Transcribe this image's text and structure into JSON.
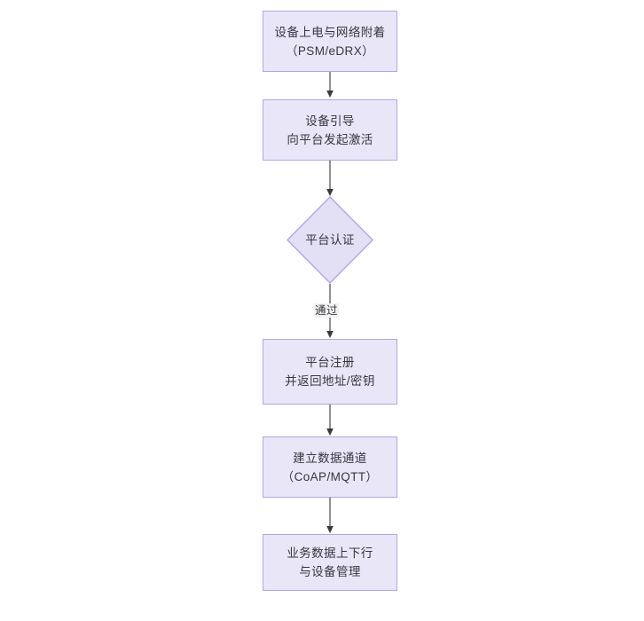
{
  "diagram": {
    "type": "flowchart",
    "orientation": "top-to-bottom",
    "background_color": "#ffffff",
    "node_fill_color": "#e9e6f8",
    "node_border_color": "#b5a4e0",
    "text_color": "#36383d",
    "edge_color": "#444444",
    "edge_label_background": "#f1f1f1",
    "nodes": [
      {
        "id": "n1",
        "shape": "rect",
        "lines": [
          "设备上电与网络附着",
          "（PSM/eDRX）"
        ]
      },
      {
        "id": "n2",
        "shape": "rect",
        "lines": [
          "设备引导",
          "向平台发起激活"
        ]
      },
      {
        "id": "n3",
        "shape": "diamond",
        "lines": [
          "平台认证"
        ]
      },
      {
        "id": "n4",
        "shape": "rect",
        "lines": [
          "平台注册",
          "并返回地址/密钥"
        ]
      },
      {
        "id": "n5",
        "shape": "rect",
        "lines": [
          "建立数据通道",
          "（CoAP/MQTT）"
        ]
      },
      {
        "id": "n6",
        "shape": "rect",
        "lines": [
          "业务数据上下行",
          "与设备管理"
        ]
      }
    ],
    "edges": [
      {
        "from": "n1",
        "to": "n2",
        "label": ""
      },
      {
        "from": "n2",
        "to": "n3",
        "label": ""
      },
      {
        "from": "n3",
        "to": "n4",
        "label": "通过"
      },
      {
        "from": "n4",
        "to": "n5",
        "label": ""
      },
      {
        "from": "n5",
        "to": "n6",
        "label": ""
      }
    ]
  }
}
